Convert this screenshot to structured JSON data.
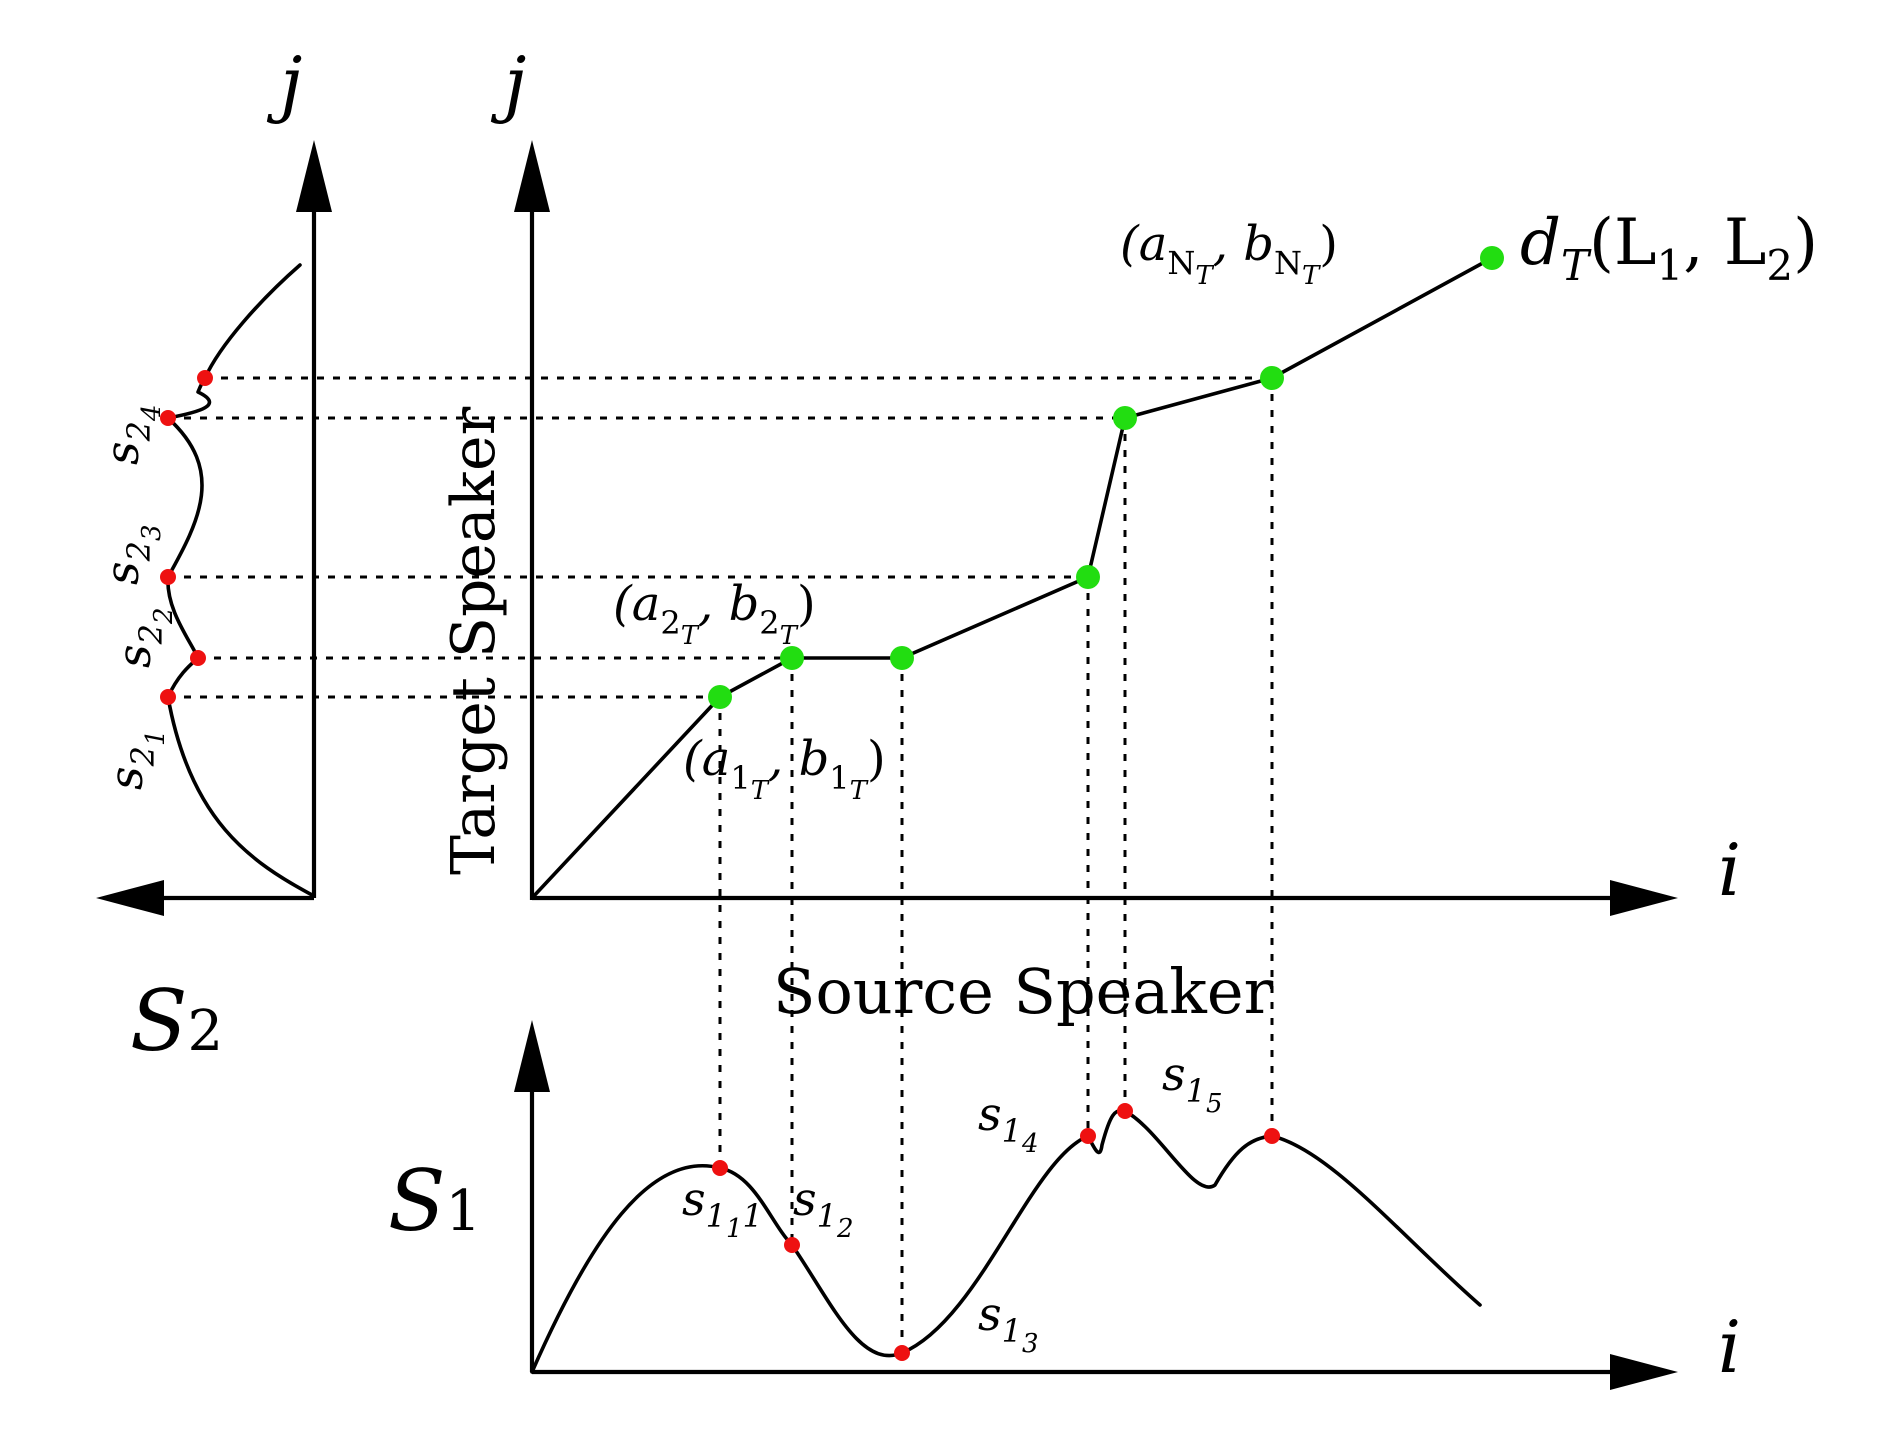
{
  "colors": {
    "ink": "#000000",
    "warp_point": "#22dd11",
    "segment_point": "#ee1111"
  },
  "axes": {
    "main_y_label": "j",
    "main_x_label": "i",
    "left_y_label": "j",
    "bottom_x_label": "i",
    "main_y_title": "Target Speaker",
    "main_x_title": "Source Speaker"
  },
  "signals": {
    "s1_name": "S",
    "s1_subscript": "1",
    "s2_name": "S",
    "s2_subscript": "2"
  },
  "warping_path": {
    "name": "d",
    "name_subscript": "T",
    "args": "(L",
    "arg1_sub": "1",
    "comma": ", L",
    "arg2_sub": "2",
    "close": ")",
    "point_labels": [
      {
        "pre": "(a",
        "sub": "1",
        "subsub": "T",
        "mid": ", b",
        "sub2": "1",
        "subsub2": "T",
        "post": ")"
      },
      {
        "pre": "(a",
        "sub": "2",
        "subsub": "T",
        "mid": ", b",
        "sub2": "2",
        "subsub2": "T",
        "post": ")"
      },
      {
        "pre": "(a",
        "sub": "N",
        "subsub": "T",
        "mid": ", b",
        "sub2": "N",
        "subsub2": "T",
        "post": ")"
      }
    ]
  },
  "s1_segments": [
    {
      "base": "s",
      "sub": "1",
      "subsub": "1",
      "extra": "1"
    },
    {
      "base": "s",
      "sub": "1",
      "subsub": "2"
    },
    {
      "base": "s",
      "sub": "1",
      "subsub": "3"
    },
    {
      "base": "s",
      "sub": "1",
      "subsub": "4"
    },
    {
      "base": "s",
      "sub": "1",
      "subsub": "5"
    }
  ],
  "s2_segments": [
    {
      "base": "s",
      "sub": "2",
      "subsub": "1"
    },
    {
      "base": "s",
      "sub": "2",
      "subsub": "2"
    },
    {
      "base": "s",
      "sub": "2",
      "subsub": "3"
    },
    {
      "base": "s",
      "sub": "2",
      "subsub": "4"
    }
  ]
}
